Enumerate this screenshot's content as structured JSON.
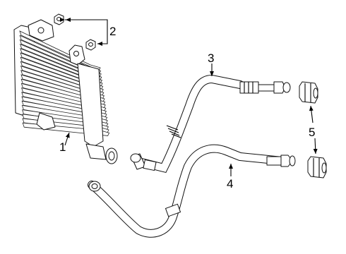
{
  "diagram": {
    "parts": [
      {
        "id": "oil-cooler",
        "callout": "1"
      },
      {
        "id": "mounting-nuts",
        "callout": "2"
      },
      {
        "id": "upper-cooler-line",
        "callout": "3"
      },
      {
        "id": "lower-cooler-line",
        "callout": "4"
      },
      {
        "id": "line-fittings",
        "callout": "5"
      }
    ]
  },
  "colors": {
    "line": "#000000",
    "background": "#ffffff"
  }
}
